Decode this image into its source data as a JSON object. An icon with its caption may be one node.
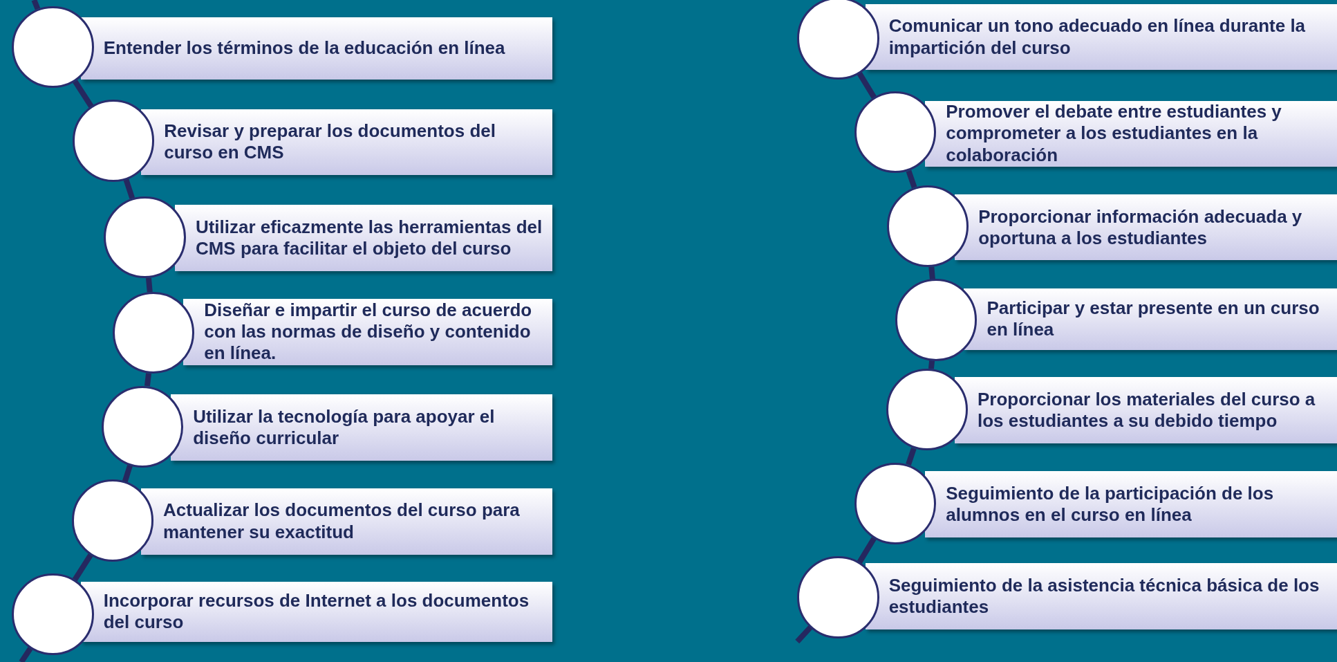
{
  "diagram": {
    "nodes": [
      {
        "text": [],
        "shape": "circle"
      },
      {
        "text": [
          "Entender los términos de la educación en línea"
        ]
      },
      {
        "text": [],
        "shape": "circle"
      },
      {
        "text": [
          "Revisar y preparar los documentos del curso en CMS"
        ]
      },
      {
        "text": [],
        "shape": "circle"
      },
      {
        "text": [
          "Utilizar eficazmente las herramientas del CMS para facilitar el objeto del curso"
        ]
      },
      {
        "text": [],
        "shape": "circle"
      },
      {
        "text": [
          "Diseñar e impartir el curso de acuerdo con las normas de diseño y contenido en línea."
        ]
      },
      {
        "text": [],
        "shape": "circle"
      },
      {
        "text": [
          "Utilizar la tecnología para apoyar el diseño curricular"
        ]
      },
      {
        "text": [],
        "shape": "circle"
      },
      {
        "text": [
          "Actualizar los documentos del curso para mantener su exactitud"
        ]
      },
      {
        "text": [],
        "shape": "circle"
      },
      {
        "text": [
          "Incorporar recursos de Internet a los documentos del curso"
        ]
      },
      {
        "text": [],
        "shape": "circle"
      },
      {
        "text": [
          "Comunicar un tono adecuado en línea durante la impartición del curso"
        ]
      },
      {
        "text": [],
        "shape": "circle"
      },
      {
        "text": [
          "Promover el debate entre estudiantes y comprometer a los estudiantes en la colaboración"
        ]
      },
      {
        "text": [],
        "shape": "circle"
      },
      {
        "text": [
          "Proporcionar información adecuada y oportuna a los estudiantes"
        ]
      },
      {
        "text": [],
        "shape": "circle"
      },
      {
        "text": [
          "Participar y estar presente en un curso en línea"
        ]
      },
      {
        "text": [],
        "shape": "circle"
      },
      {
        "text": [
          "Proporcionar los materiales del curso a los estudiantes a su debido tiempo"
        ]
      },
      {
        "text": [],
        "shape": "circle"
      },
      {
        "text": [
          "Seguimiento de la participación de los alumnos en el curso en línea"
        ]
      },
      {
        "text": [],
        "shape": "circle"
      },
      {
        "text": [
          "Seguimiento de la asistencia técnica básica de los estudiantes"
        ]
      }
    ],
    "edges": [
      {
        "from": null,
        "to": 0,
        "arrow": "none"
      },
      {
        "from": 0,
        "to": 2,
        "arrow": "none"
      },
      {
        "from": 2,
        "to": 4,
        "arrow": "none"
      },
      {
        "from": 4,
        "to": 6,
        "arrow": "none"
      },
      {
        "from": 6,
        "to": 8,
        "arrow": "none"
      },
      {
        "from": 8,
        "to": 10,
        "arrow": "none"
      },
      {
        "from": 10,
        "to": 12,
        "arrow": "none"
      },
      {
        "from": 12,
        "to": null,
        "arrow": "none"
      },
      {
        "from": 14,
        "to": 16,
        "arrow": "none"
      },
      {
        "from": 16,
        "to": 18,
        "arrow": "none"
      },
      {
        "from": 18,
        "to": 20,
        "arrow": "none"
      },
      {
        "from": 20,
        "to": 22,
        "arrow": "none"
      },
      {
        "from": 22,
        "to": 24,
        "arrow": "none"
      },
      {
        "from": 24,
        "to": 26,
        "arrow": "none"
      },
      {
        "from": 26,
        "to": null,
        "arrow": "none"
      }
    ]
  }
}
